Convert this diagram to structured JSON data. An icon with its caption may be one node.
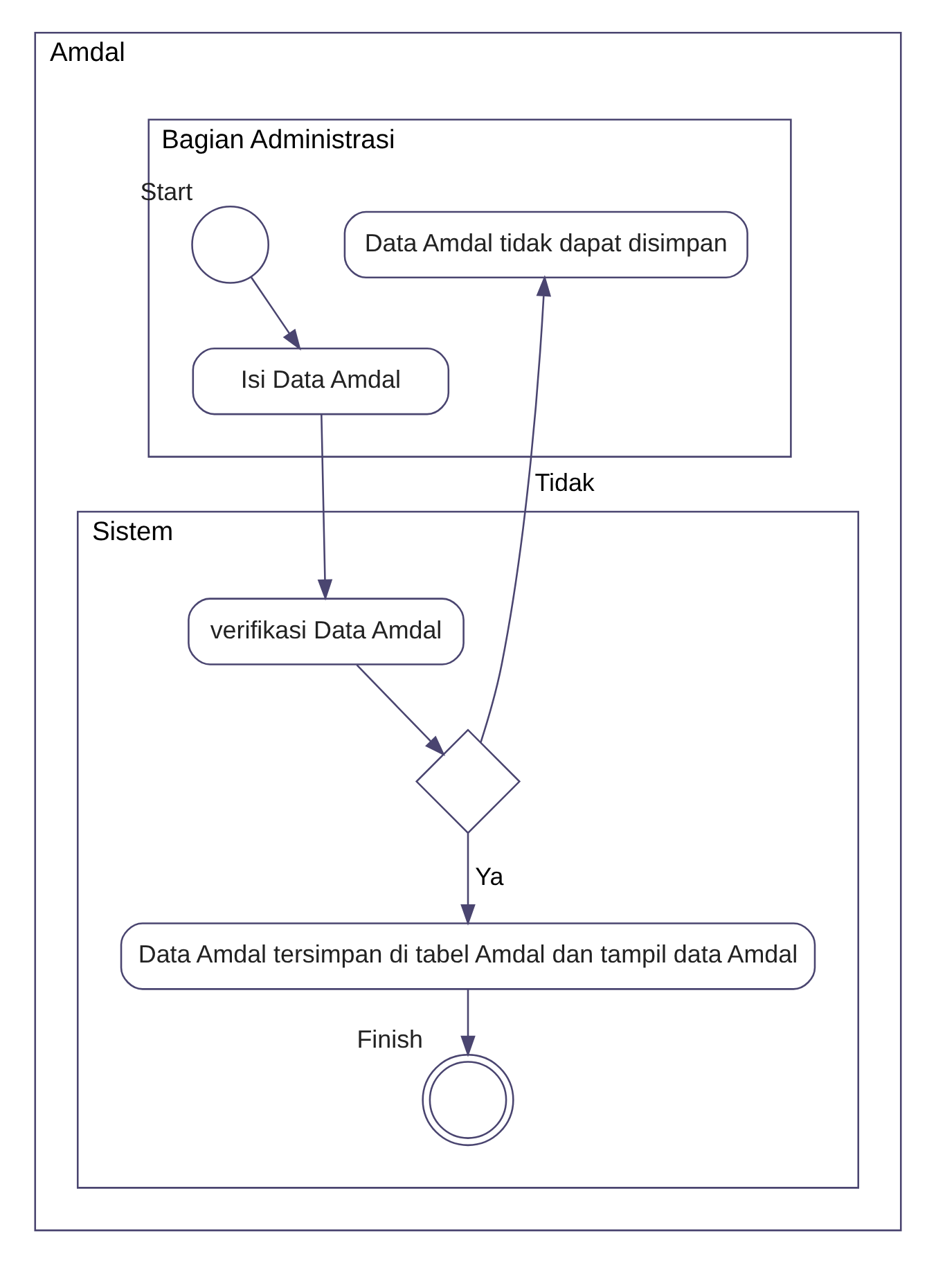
{
  "diagram": {
    "nodes": [
      {
        "text": [
          "Amdal"
        ]
      },
      {
        "text": [
          "Bagian Administrasi"
        ],
        "in": 0
      },
      {
        "text": [
          "Sistem"
        ],
        "in": 0
      },
      {
        "text": [],
        "shape": "circle",
        "in": 1,
        "beside": [
          "Start"
        ]
      },
      {
        "text": [
          "Isi Data Amdal"
        ],
        "in": 1
      },
      {
        "text": [
          "verifikasi Data Amdal"
        ],
        "in": 2
      },
      {
        "text": [],
        "shape": "diamond",
        "in": 2
      },
      {
        "text": [
          "Data Amdal tidak dapat disimpan"
        ],
        "in": 1
      },
      {
        "text": [
          "Data Amdal tersimpan di tabel Amdal dan tampil data Amdal"
        ],
        "in": 2
      },
      {
        "text": [],
        "shape": "circle",
        "in": 2,
        "beside": [
          "Finish"
        ]
      }
    ],
    "edges": [
      {
        "from": 3,
        "to": 4,
        "arrow": "to"
      },
      {
        "from": 4,
        "to": 5,
        "arrow": "to"
      },
      {
        "from": 5,
        "to": 6,
        "arrow": "to"
      },
      {
        "from": 6,
        "to": 7,
        "label": "Tidak",
        "arrow": "to"
      },
      {
        "from": 6,
        "to": 8,
        "label": "Ya",
        "arrow": "to"
      },
      {
        "from": 8,
        "to": 9,
        "arrow": "to"
      }
    ]
  }
}
